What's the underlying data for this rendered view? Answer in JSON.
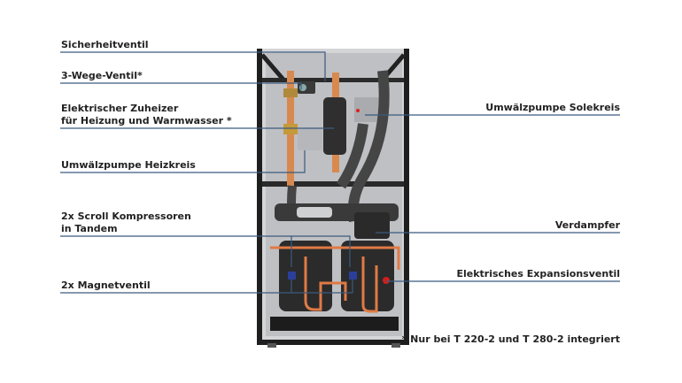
{
  "diagram": {
    "subject": "heat-pump-interior",
    "colors": {
      "label_text": "#222222",
      "leader_line": "#3a5a7f",
      "frame": "#1a1a1a",
      "panel": "#c9cacc",
      "copper": "#e07a45",
      "insulation": "#4a4a4a"
    },
    "labels_left": [
      {
        "id": "sicherheitventil",
        "lines": [
          "Sicherheitventil"
        ]
      },
      {
        "id": "3-wege-ventil",
        "lines": [
          "3-Wege-Ventil*"
        ]
      },
      {
        "id": "zuheizer",
        "lines": [
          "Elektrischer Zuheizer",
          "für Heizung und Warmwasser *"
        ]
      },
      {
        "id": "umwaelzpumpe-heizkreis",
        "lines": [
          "Umwälzpumpe Heizkreis"
        ]
      },
      {
        "id": "scroll-kompressoren",
        "lines": [
          "2x Scroll Kompressoren",
          "in Tandem"
        ]
      },
      {
        "id": "magnetventil",
        "lines": [
          "2x Magnetventil"
        ]
      }
    ],
    "labels_right": [
      {
        "id": "umwaelzpumpe-solekreis",
        "lines": [
          "Umwälzpumpe Solekreis"
        ]
      },
      {
        "id": "verdampfer",
        "lines": [
          "Verdampfer"
        ]
      },
      {
        "id": "expansionsventil",
        "lines": [
          "Elektrisches Expansionsventil"
        ]
      }
    ],
    "footnote": "* Nur bei T 220-2 und T 280-2 integriert"
  }
}
